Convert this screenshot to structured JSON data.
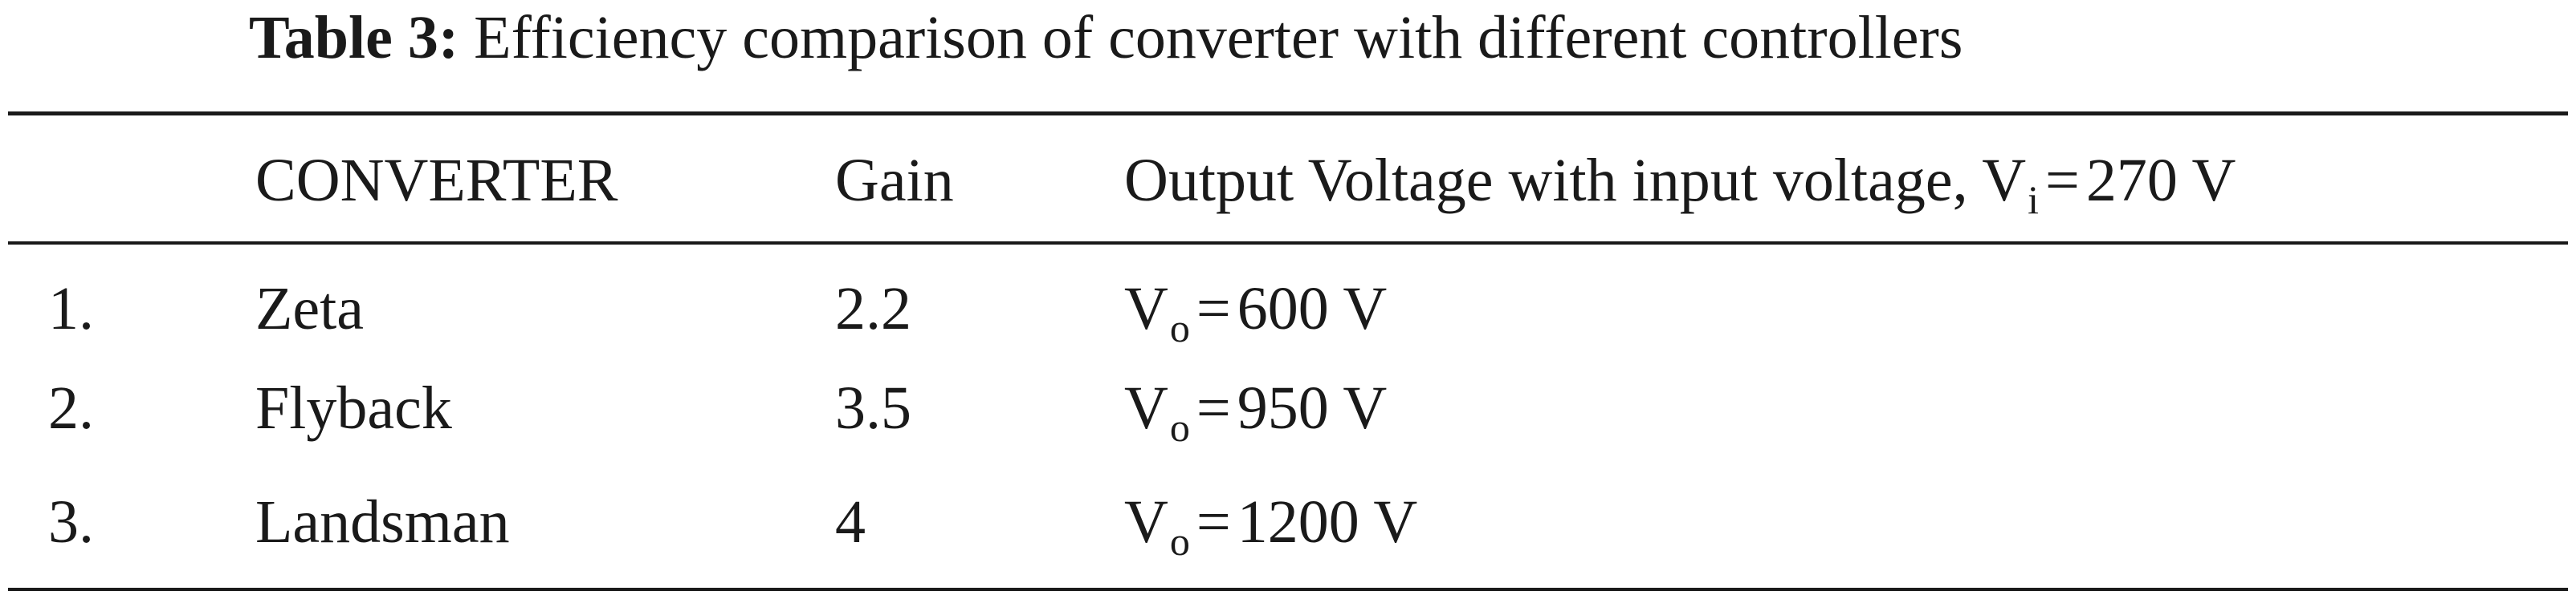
{
  "caption": {
    "label": "Table 3:",
    "text": "Efficiency comparison of converter with different controllers"
  },
  "header": {
    "number": "",
    "converter": "CONVERTER",
    "gain": "Gain",
    "output_prefix": "Output Voltage with input voltage, V",
    "output_sub": "i",
    "output_eq": "=",
    "output_value": "270 V"
  },
  "rows": [
    {
      "number": "1.",
      "converter": "Zeta",
      "gain": "2.2",
      "v_symbol": "V",
      "v_sub": "o",
      "v_eq": "=",
      "v_value": "600 V"
    },
    {
      "number": "2.",
      "converter": "Flyback",
      "gain": "3.5",
      "v_symbol": "V",
      "v_sub": "o",
      "v_eq": "=",
      "v_value": "950 V"
    },
    {
      "number": "3.",
      "converter": "Landsman",
      "gain": "4",
      "v_symbol": "V",
      "v_sub": "o",
      "v_eq": "=",
      "v_value": "1200 V"
    }
  ]
}
